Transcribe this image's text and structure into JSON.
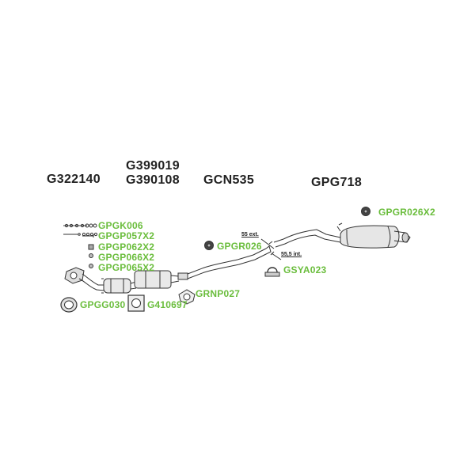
{
  "main_parts": [
    {
      "id": "cat1",
      "label": "G322140"
    },
    {
      "id": "cat2",
      "label": "G399019"
    },
    {
      "id": "cat3",
      "label": "G390108"
    },
    {
      "id": "center",
      "label": "GCN535"
    },
    {
      "id": "rear",
      "label": "GPG718"
    }
  ],
  "accessories": [
    {
      "id": "kit",
      "label": "GPGK006"
    },
    {
      "id": "bolt",
      "label": "GPGP057X2"
    },
    {
      "id": "nut1",
      "label": "GPGP062X2"
    },
    {
      "id": "nut2",
      "label": "GPGP066X2"
    },
    {
      "id": "nut3",
      "label": "GPGP065X2"
    },
    {
      "id": "gasket",
      "label": "GPGG030"
    },
    {
      "id": "flange",
      "label": "G410697"
    },
    {
      "id": "ring",
      "label": "GRNP027"
    },
    {
      "id": "rubber_center",
      "label": "GPGR026"
    },
    {
      "id": "clamp",
      "label": "GSYA023"
    },
    {
      "id": "rubber_rear",
      "label": "GPGR026X2"
    }
  ],
  "dimensions": {
    "ext": "55 ext.",
    "int": "55,5 int."
  },
  "colors": {
    "main_label": "#222222",
    "accessory_label": "#6abd3c",
    "line": "#333333"
  }
}
